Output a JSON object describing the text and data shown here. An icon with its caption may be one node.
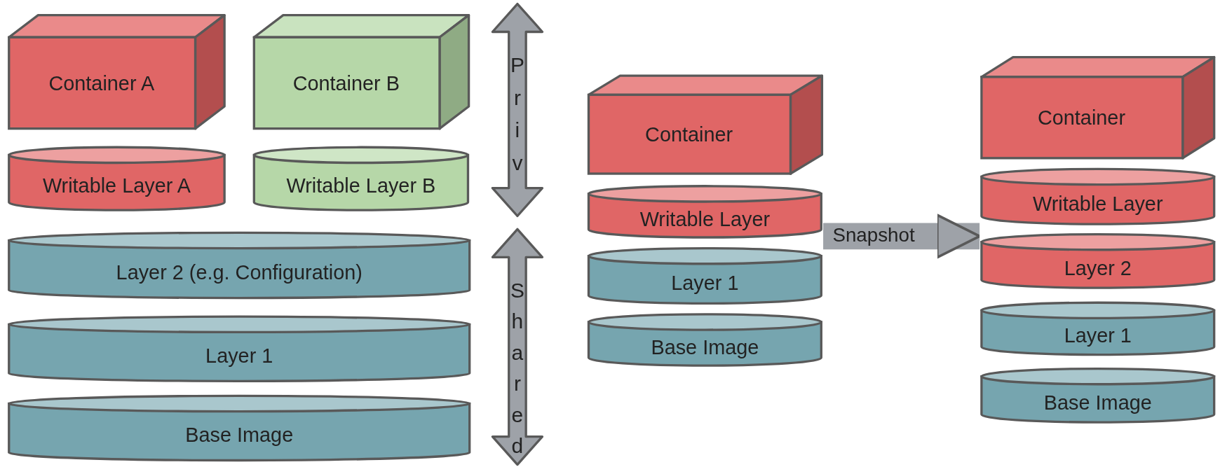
{
  "diagram": {
    "nodes": [
      {
        "text": [
          "Container A"
        ]
      },
      {
        "text": [
          "Container B"
        ]
      },
      {
        "text": [
          "Writable Layer A"
        ]
      },
      {
        "text": [
          "Writable Layer B"
        ]
      },
      {
        "text": [
          "Layer 2 (e.g. Configuration)"
        ]
      },
      {
        "text": [
          "Layer 1"
        ]
      },
      {
        "text": [
          "Base Image"
        ]
      },
      {
        "text": [
          "Container"
        ]
      },
      {
        "text": [
          "Writable Layer"
        ]
      },
      {
        "text": [
          "Layer 1"
        ]
      },
      {
        "text": [
          "Base Image"
        ]
      },
      {
        "text": [
          "Container"
        ]
      },
      {
        "text": [
          "Writable Layer"
        ]
      },
      {
        "text": [
          "Layer 2"
        ]
      },
      {
        "text": [
          "Layer 1"
        ]
      },
      {
        "text": [
          "Base Image"
        ]
      }
    ],
    "edges": [
      {
        "from": 8,
        "to": 13,
        "arrow": "to",
        "label": "Snapshot"
      }
    ],
    "labels": [
      "Priv",
      "Shared"
    ]
  }
}
